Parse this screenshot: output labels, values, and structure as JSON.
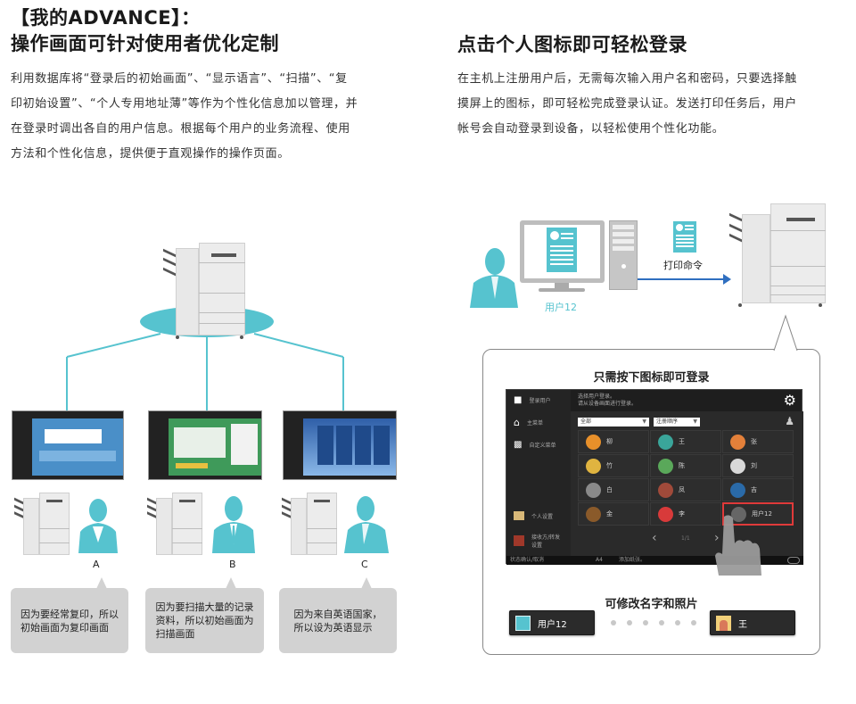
{
  "left": {
    "title_line1": "【我的ADVANCE】：",
    "title_line2": "操作画面可针对使用者优化定制",
    "paragraph": [
      "利用数据库将“登录后的初始画面”、“显示语言”、“扫描”、“复",
      "印初始设置”、“个人专用地址薄”等作为个性化信息加以管理，并",
      "在登录时调出各自的用户信息。根据每个用户的业务流程、使用",
      "方法和个性化信息，提供便于直观操作的操作页面。"
    ],
    "users": [
      {
        "label": "A",
        "note": [
          "因为要经常复印，所以",
          "初始画面为复印画面"
        ],
        "screen_theme": "copy",
        "screen_color": "#4a8fc8"
      },
      {
        "label": "B",
        "note": [
          "因为要扫描大量的记录",
          "资料，所以初始画面为",
          "扫描画面"
        ],
        "screen_theme": "scan",
        "screen_color": "#3f9a5a"
      },
      {
        "label": "C",
        "note": [
          "因为来自英语国家，",
          "所以设为英语显示"
        ],
        "screen_theme": "main-menu",
        "screen_color": "#2f5fa8"
      }
    ]
  },
  "right": {
    "title": "点击个人图标即可轻松登录",
    "paragraph": [
      "在主机上注册用户后，无需每次输入用户名和密码，只要选择触",
      "摸屏上的图标，即可轻松完成登录认证。发送打印任务后，用户",
      "帐号会自动登录到设备，以轻松使用个性化功能。"
    ],
    "pc_user_label": "用户12",
    "print_command_label": "打印命令",
    "callout": {
      "title": "只需按下图标即可登录",
      "panel": {
        "sidebar": [
          {
            "icon": "user-icon",
            "label": "登录用户"
          },
          {
            "icon": "home-icon",
            "label": "主菜单"
          },
          {
            "icon": "custom-menu-icon",
            "label": "自定义菜单"
          },
          {
            "icon": "personal-settings-icon",
            "label": "个人设置"
          },
          {
            "icon": "address-book-icon",
            "label": "接收方/转发设置"
          }
        ],
        "message": [
          "选择用户登录。",
          "请从设备画面进行登录。"
        ],
        "filter_select": "全部",
        "sort_select": "注册顺序",
        "users": [
          {
            "name": "柳",
            "color": "#e8902a"
          },
          {
            "name": "王",
            "color": "#3aa59a"
          },
          {
            "name": "张",
            "color": "#e3803a"
          },
          {
            "name": "竹",
            "color": "#e0b440"
          },
          {
            "name": "陈",
            "color": "#5aa85a"
          },
          {
            "name": "刘",
            "color": "#d8d8d8"
          },
          {
            "name": "白",
            "color": "#8a8a8a"
          },
          {
            "name": "凤",
            "color": "#a04a3a"
          },
          {
            "name": "吉",
            "color": "#2a6aa8"
          },
          {
            "name": "金",
            "color": "#8a5a2a"
          },
          {
            "name": "李",
            "color": "#d83a3a"
          },
          {
            "name": "用户12",
            "color": "#666666"
          }
        ],
        "pagination": "1/1",
        "status_left": "状态确认/取消",
        "status_paper": "A4",
        "status_message": "添加纸张。"
      },
      "subtitle": "可修改名字和照片",
      "user_before": "用户12",
      "user_after": "王",
      "highlight_color": "#e03a3a"
    }
  },
  "colors": {
    "teal": "#56c3cf",
    "arrow": "#2f6fc0",
    "bubble": "#d2d2d2"
  }
}
